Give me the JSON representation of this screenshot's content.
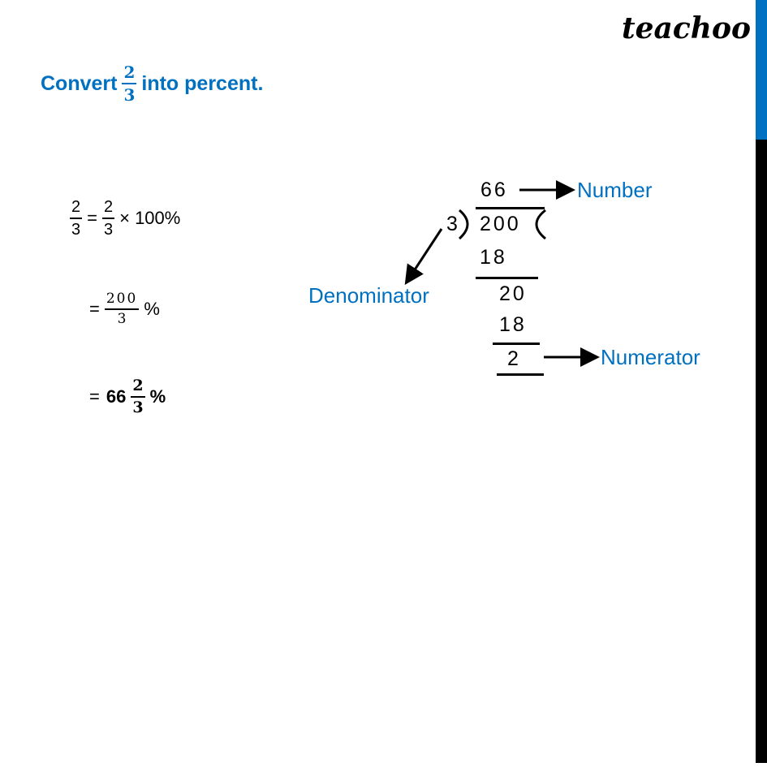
{
  "brand": {
    "logo": "teachoo",
    "sidebar_colors": {
      "top": "#0070c0",
      "bottom": "#000000"
    }
  },
  "question": {
    "prefix": "Convert",
    "fraction": {
      "numerator": "2",
      "denominator": "3"
    },
    "suffix": "into percent."
  },
  "solution": {
    "step1": {
      "lhs": {
        "numerator": "2",
        "denominator": "3"
      },
      "equals": "=",
      "rhs": {
        "numerator": "2",
        "denominator": "3"
      },
      "tail": "× 100%"
    },
    "step2": {
      "equals": "=",
      "fraction": {
        "numerator": "200",
        "denominator": "3"
      },
      "tail": "%"
    },
    "step3": {
      "equals": "=",
      "whole": "66",
      "fraction": {
        "numerator": "2",
        "denominator": "3"
      },
      "tail": "%"
    }
  },
  "long_division": {
    "quotient": "66",
    "divisor": "3",
    "dividend": "200",
    "sub1": "18",
    "rem1": "20",
    "sub2": "18",
    "remainder": "2",
    "labels": {
      "quotient": "Number",
      "divisor": "Denominator",
      "remainder": "Numerator"
    }
  }
}
